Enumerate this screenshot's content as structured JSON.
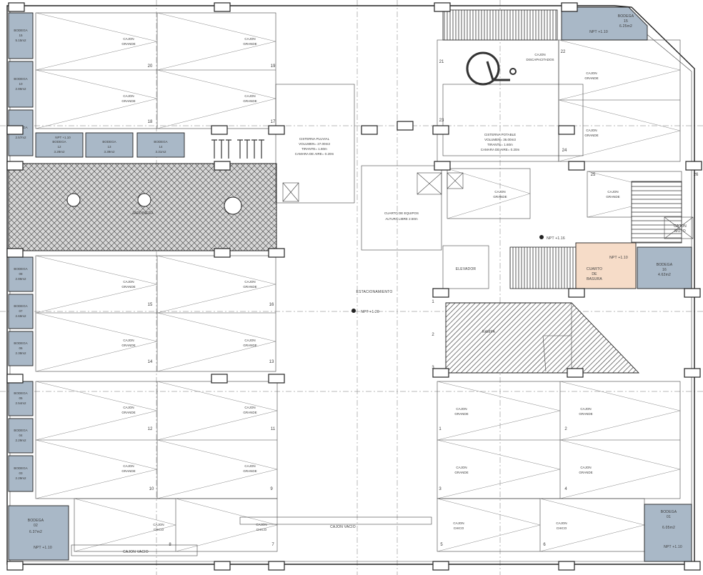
{
  "colors": {
    "bodega": "#a9b8c7",
    "cuarto_basura": "#f6dcc8",
    "hatch": "#9a9a9a",
    "line": "#222222"
  },
  "left_bodegas": [
    {
      "name": "BODEGA",
      "num": "15",
      "area": "5.15m2"
    },
    {
      "name": "BODEGA",
      "num": "10",
      "area": "2.86m2"
    },
    {
      "name": "BODEGA",
      "num": "09",
      "area": "2.57m2"
    },
    {
      "name": "BODEGA",
      "num": "08",
      "area": "2.86m2"
    },
    {
      "name": "BODEGA",
      "num": "07",
      "area": "2.69m2"
    },
    {
      "name": "BODEGA",
      "num": "06",
      "area": "2.38m2"
    },
    {
      "name": "BODEGA",
      "num": "05",
      "area": "2.54m2"
    },
    {
      "name": "BODEGA",
      "num": "04",
      "area": "2.29m2"
    },
    {
      "name": "BODEGA",
      "num": "03",
      "area": "2.29m2"
    }
  ],
  "top_bodegas": [
    {
      "name": "BODEGA",
      "num": "12",
      "area": "3.28m2",
      "npt": "NPT +1.10"
    },
    {
      "name": "BODEGA",
      "num": "13",
      "area": "3.39m2"
    },
    {
      "name": "BODEGA",
      "num": "14",
      "area": "3.31m2"
    }
  ],
  "bodega_02": {
    "name": "BODEGA",
    "num": "02",
    "area": "6.37m2",
    "npt": "NPT +1.10"
  },
  "bodega_01": {
    "name": "BODEGA",
    "num": "01",
    "area": "6.05m2",
    "npt": "NPT +1.10"
  },
  "bodega_15r": {
    "name": "BODEGA",
    "num": "15",
    "area": "6.25m2",
    "npt": "NPT +1.10"
  },
  "bodega_16": {
    "name": "BODEGA",
    "num": "16",
    "area": "4.62m2"
  },
  "cuarto_basura": {
    "line1": "CUARTO",
    "line2": "DE",
    "line3": "BASURA",
    "npt": "NPT +1.10"
  },
  "cajon_grande": {
    "line1": "CAJON",
    "line2": "GRANDE"
  },
  "cajon_chico": {
    "line1": "CAJON",
    "line2": "CHICO"
  },
  "cajon_discap": {
    "line1": "CAJON",
    "line2": "DISCAPACITADOS"
  },
  "spot_numbers": [
    "1",
    "2",
    "3",
    "4",
    "5",
    "6",
    "7",
    "8",
    "9",
    "10",
    "11",
    "12",
    "13",
    "14",
    "15",
    "16",
    "17",
    "18",
    "19",
    "20",
    "21",
    "22",
    "23",
    "24",
    "25",
    "26"
  ],
  "cisterna_pluvial": {
    "l1": "CISTERNA PLUVIAL",
    "l2": "VOLUMEN= 27.00m3",
    "l3": "TIRANTE= 1.60m",
    "l4": "CAMARA DE AIRE= 0.20m"
  },
  "cisterna_potable": {
    "l1": "CISTERNA POTABLE",
    "l2": "VOLUMEN= 36.00m3",
    "l3": "TIRANTE= 1.60m",
    "l4": "CAMARA DE AIRE= 0.20m"
  },
  "cuarto_equipos": {
    "l1": "CUARTO DE EQUIPOS",
    "l2": "ALTURA LIBRE 2.50m"
  },
  "estacionamiento": {
    "label": "ESTACIONAMIENTO",
    "npt": "NPT +1.20"
  },
  "elevador": "ELEVADOR",
  "rampa": "RAMPA",
  "cajon_vacio": "CAJON VACIO",
  "jardinera": "JARDINERA",
  "npt_116": "NPT +1.16",
  "cajon_moto": {
    "line1": "CAJON",
    "line2": "MOTO"
  },
  "ramp_tags": [
    "1",
    "2",
    "3"
  ]
}
